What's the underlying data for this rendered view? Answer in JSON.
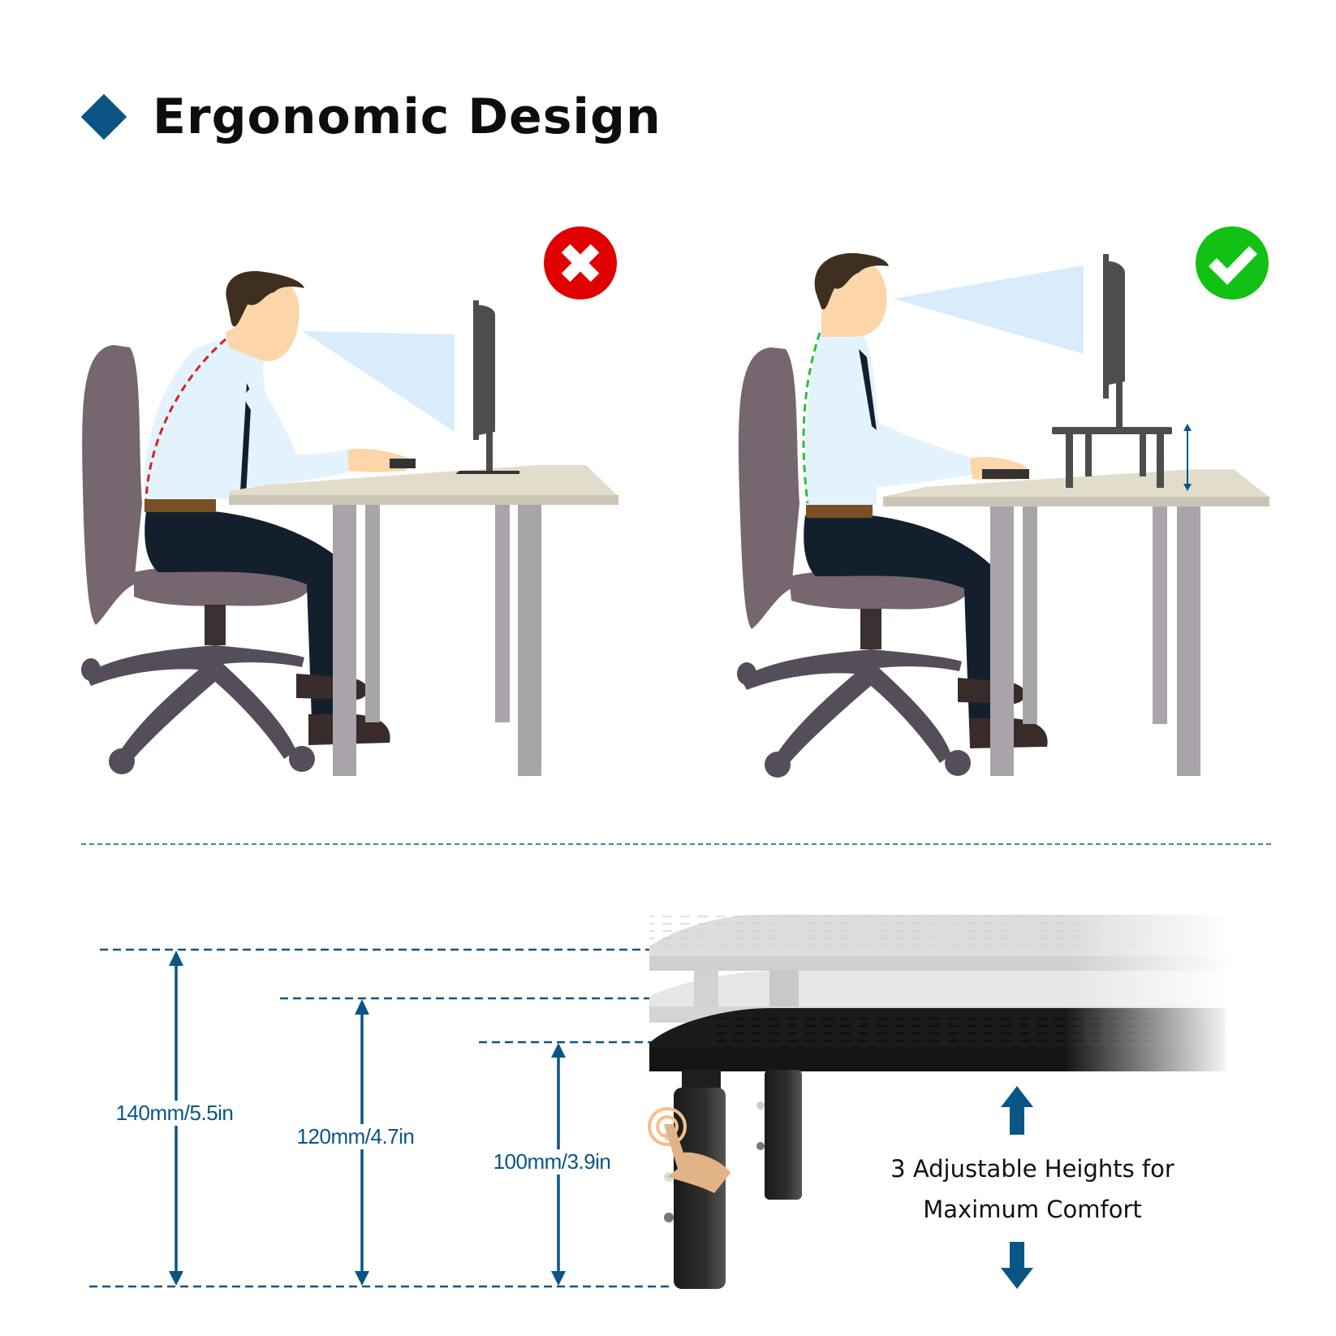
{
  "header": {
    "title": "Ergonomic Design",
    "bullet_icon": "diamond-bullet",
    "accent_color": "#0a5585"
  },
  "comparison": {
    "wrong": {
      "label": "Incorrect posture",
      "icon": "x-mark-icon",
      "icon_color": "#e00000",
      "spine_line_color": "#d42020"
    },
    "right": {
      "label": "Correct posture with monitor stand",
      "icon": "check-mark-icon",
      "icon_color": "#11c114",
      "spine_line_color": "#2cbe3a"
    }
  },
  "heights": {
    "items": [
      {
        "label": "140mm/5.5in",
        "mm": 140,
        "in": 5.5
      },
      {
        "label": "120mm/4.7in",
        "mm": 120,
        "in": 4.7
      },
      {
        "label": "100mm/3.9in",
        "mm": 100,
        "in": 3.9
      }
    ],
    "caption_line1": "3 Adjustable Heights for",
    "caption_line2": "Maximum Comfort",
    "arrow_up_icon": "arrow-up-icon",
    "arrow_down_icon": "arrow-down-icon",
    "line_color": "#0a5585"
  },
  "colors": {
    "chair": "#76666f",
    "chair_base": "#554e5a",
    "desk_top": "#e2dccb",
    "desk_edge": "#cbc5b5",
    "desk_leg": "#a9a4aa",
    "shirt": "#e3f3fd",
    "pants": "#141f2d",
    "skin": "#fcd5a8",
    "hair": "#3f2f1e",
    "monitor": "#4d4d4d",
    "sight_cone": "#d8ecfb",
    "belt": "#7a4f24"
  }
}
